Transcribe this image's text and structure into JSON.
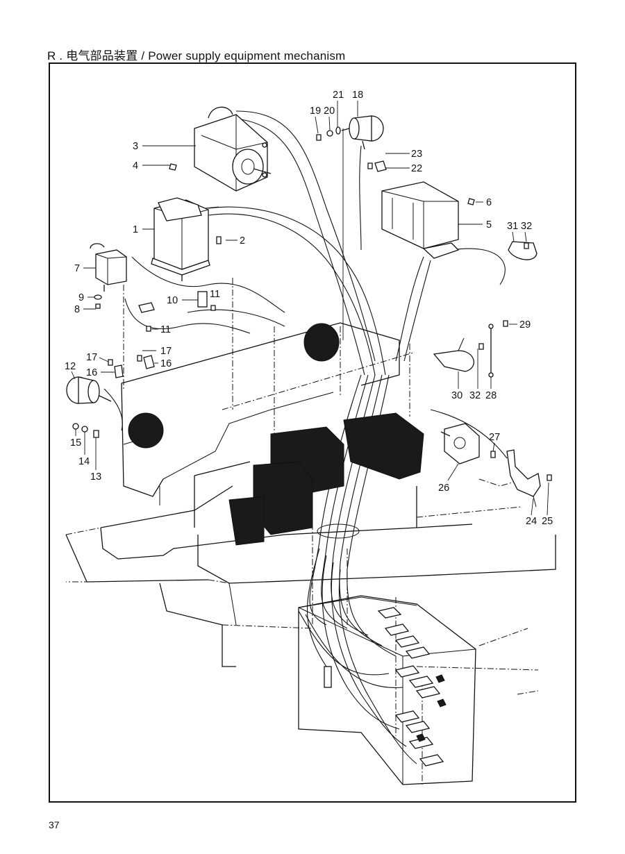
{
  "header": {
    "title": "R . 电气部品装置 / Power supply equipment mechanism"
  },
  "footer": {
    "page_number": "37"
  },
  "callouts": [
    {
      "id": "c1",
      "text": "1"
    },
    {
      "id": "c2",
      "text": "2"
    },
    {
      "id": "c3",
      "text": "3"
    },
    {
      "id": "c4",
      "text": "4"
    },
    {
      "id": "c5",
      "text": "5"
    },
    {
      "id": "c6",
      "text": "6"
    },
    {
      "id": "c7",
      "text": "7"
    },
    {
      "id": "c8",
      "text": "8"
    },
    {
      "id": "c9",
      "text": "9"
    },
    {
      "id": "c10",
      "text": "10"
    },
    {
      "id": "c11a",
      "text": "11"
    },
    {
      "id": "c11b",
      "text": "11"
    },
    {
      "id": "c12",
      "text": "12"
    },
    {
      "id": "c13",
      "text": "13"
    },
    {
      "id": "c14",
      "text": "14"
    },
    {
      "id": "c15",
      "text": "15"
    },
    {
      "id": "c16a",
      "text": "16"
    },
    {
      "id": "c16b",
      "text": "16"
    },
    {
      "id": "c17a",
      "text": "17"
    },
    {
      "id": "c17b",
      "text": "17"
    },
    {
      "id": "c18",
      "text": "18"
    },
    {
      "id": "c19",
      "text": "19"
    },
    {
      "id": "c20",
      "text": "20"
    },
    {
      "id": "c21",
      "text": "21"
    },
    {
      "id": "c22",
      "text": "22"
    },
    {
      "id": "c23",
      "text": "23"
    },
    {
      "id": "c24",
      "text": "24"
    },
    {
      "id": "c25",
      "text": "25"
    },
    {
      "id": "c26",
      "text": "26"
    },
    {
      "id": "c27",
      "text": "27"
    },
    {
      "id": "c28",
      "text": "28"
    },
    {
      "id": "c29",
      "text": "29"
    },
    {
      "id": "c30",
      "text": "30"
    },
    {
      "id": "c31",
      "text": "31"
    },
    {
      "id": "c32a",
      "text": "32"
    },
    {
      "id": "c32b",
      "text": "32"
    }
  ]
}
